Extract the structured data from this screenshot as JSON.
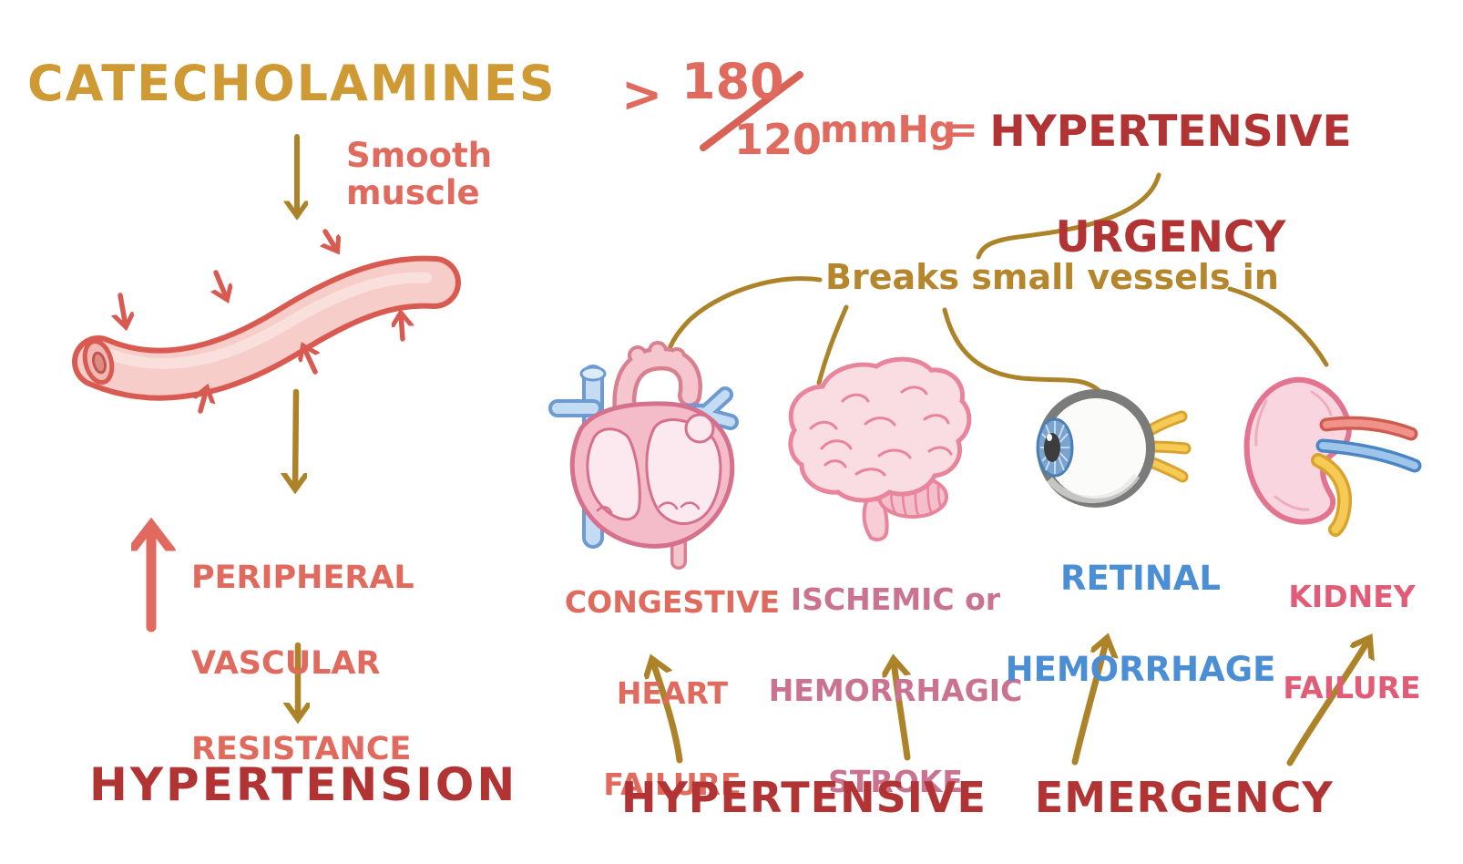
{
  "title": "Hypertensive urgency and emergency illustrated diagram",
  "colors": {
    "gold_heading": "#cf9a33",
    "gold_line": "#ad832a",
    "salmon": "#e06a5e",
    "dark_red": "#b23333",
    "mauve_pink": "#ca7290",
    "blue": "#4a8ed5",
    "pink_red": "#e15c77",
    "vessel_fill": "#f6cdc9",
    "vessel_outline": "#d95a50",
    "background": "#ffffff"
  },
  "left_flow": {
    "catecholamines": "CATECHOLAMINES",
    "smooth_muscle": "Smooth\nmuscle",
    "pvr_line1": "PERIPHERAL",
    "pvr_line2": "VASCULAR",
    "pvr_line3": "RESISTANCE",
    "hypertension": "HYPERTENSION"
  },
  "bp": {
    "gt": ">",
    "systolic": "180",
    "diastolic": "120",
    "unit": "mmHg",
    "equals": "="
  },
  "urgency": {
    "line1": "HYPERTENSIVE",
    "line2": "URGENCY"
  },
  "breaks_label": "Breaks small vessels in",
  "organs": [
    {
      "id": "heart",
      "label_lines": [
        "CONGESTIVE",
        "HEART",
        "FAILURE"
      ]
    },
    {
      "id": "brain",
      "label_lines": [
        "ISCHEMIC or",
        "HEMORRHAGIC",
        "STROKE"
      ]
    },
    {
      "id": "eye",
      "label_lines": [
        "RETINAL",
        "HEMORRHAGE"
      ]
    },
    {
      "id": "kidney",
      "label_lines": [
        "KIDNEY",
        "FAILURE"
      ]
    }
  ],
  "emergency": "HYPERTENSIVE EMERGENCY"
}
